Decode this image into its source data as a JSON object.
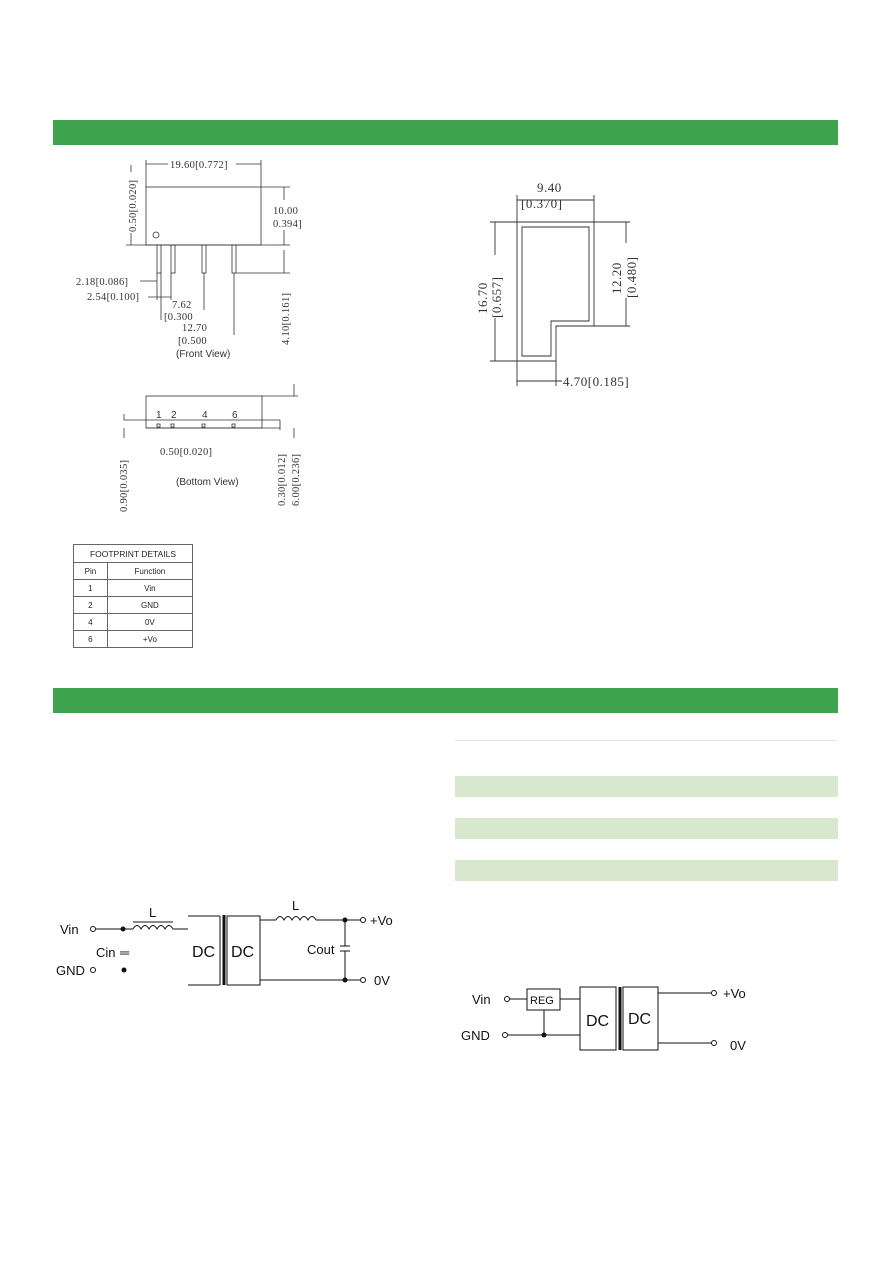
{
  "front_view": {
    "dims": {
      "width": "19.60[0.772]",
      "height": "10.00",
      "height_in": "0.394]",
      "lead_length": "4.10[0.161]",
      "standoff": "0.50[0.020]",
      "pin1_offset": "2.18[0.086]",
      "pitch": "2.54[0.100]",
      "pin4_dist": "7.62",
      "pin4_dist_in": "[0.300",
      "pin6_dist": "12.70",
      "pin6_dist_in": "[0.500"
    },
    "caption": "(Front View)"
  },
  "bottom_view": {
    "pins": [
      "1",
      "2",
      "4",
      "6"
    ],
    "dims": {
      "pin_dia": "0.50[0.020]",
      "side_offset": "0.90[0.035]",
      "thickness": "0.30[0.012]",
      "depth": "6.00[0.236]"
    },
    "caption": "(Bottom View)"
  },
  "footprint_outline": {
    "dims": {
      "top_width": "9.40",
      "top_width_in": "[0.370]",
      "total_height": "16.70",
      "total_height_in": "[0.657]",
      "right_height": "12.20",
      "right_height_in": "[0.480]",
      "bottom_width": "4.70[0.185]"
    }
  },
  "footprint_table": {
    "title": "FOOTPRINT DETAILS",
    "headers": [
      "Pin",
      "Function"
    ],
    "rows": [
      [
        "1",
        "Vin"
      ],
      [
        "2",
        "GND"
      ],
      [
        "4",
        "0V"
      ],
      [
        "6",
        "+Vo"
      ]
    ]
  },
  "schematic_filter": {
    "labels": {
      "vin": "Vin",
      "gnd": "GND",
      "l_in": "L",
      "cin": "Cin",
      "dc1": "DC",
      "dc2": "DC",
      "l_out": "L",
      "cout": "Cout",
      "vo": "+Vo",
      "zero_v": "0V"
    }
  },
  "schematic_reg": {
    "labels": {
      "vin": "Vin",
      "gnd": "GND",
      "reg": "REG",
      "dc1": "DC",
      "dc2": "DC",
      "vo": "+Vo",
      "zero_v": "0V"
    }
  },
  "colors": {
    "band": "#3fa34d",
    "row_green": "#d7e8cf",
    "row_white": "#ffffff"
  }
}
